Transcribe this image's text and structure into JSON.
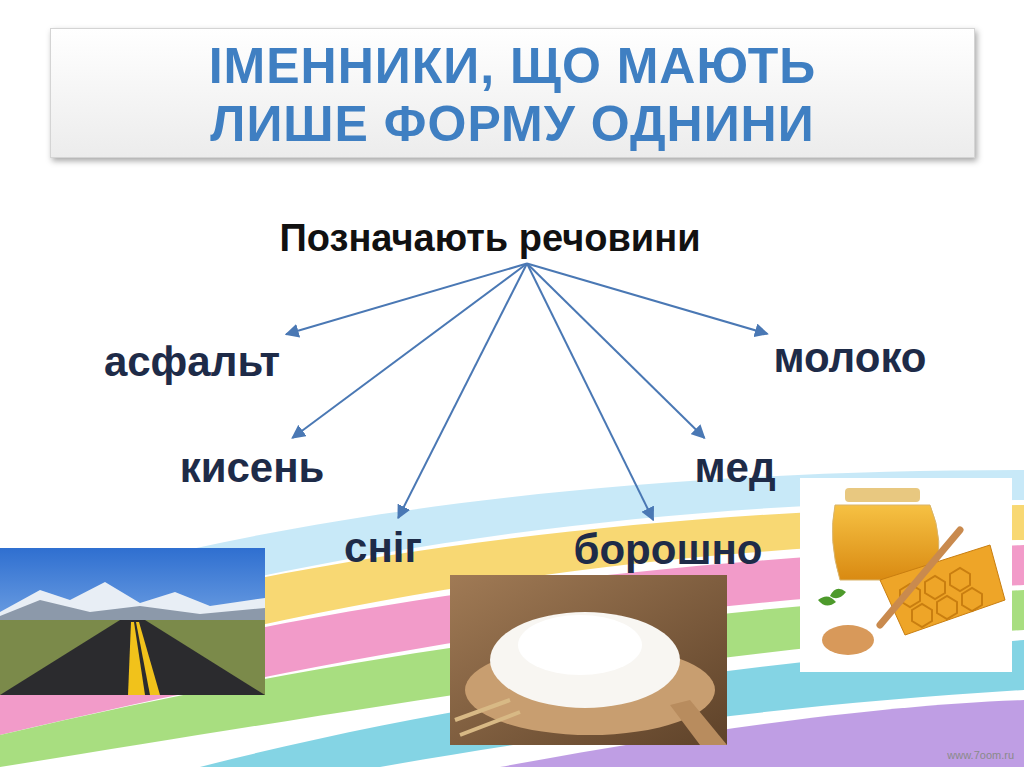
{
  "diagram": {
    "title": "ІМЕННИКИ, ЩО МАЮТЬ ЛИШЕ ФОРМУ ОДНИНИ",
    "nodes": [
      {
        "text": [
          "Позначають речовини"
        ]
      },
      {
        "text": [
          "асфальт"
        ]
      },
      {
        "text": [
          "молоко"
        ]
      },
      {
        "text": [
          "кисень"
        ]
      },
      {
        "text": [
          "мед"
        ]
      },
      {
        "text": [
          "сніг"
        ]
      },
      {
        "text": [
          "борошно"
        ]
      }
    ],
    "edges": [
      {
        "from": 0,
        "to": 1,
        "arrow": "to"
      },
      {
        "from": 0,
        "to": 2,
        "arrow": "to"
      },
      {
        "from": 0,
        "to": 3,
        "arrow": "to"
      },
      {
        "from": 0,
        "to": 4,
        "arrow": "to"
      },
      {
        "from": 0,
        "to": 5,
        "arrow": "to"
      },
      {
        "from": 0,
        "to": 6,
        "arrow": "to"
      }
    ],
    "labels": [
      "www.7oom.ru"
    ]
  }
}
